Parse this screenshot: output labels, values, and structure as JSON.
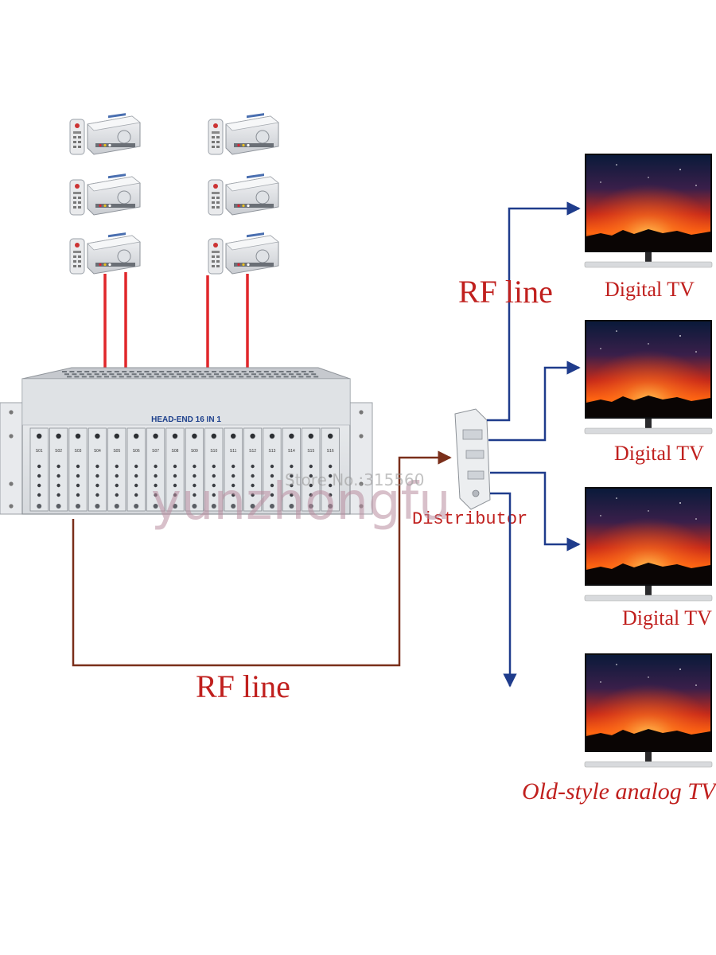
{
  "headend": {
    "title": "HEAD-END 16 IN 1",
    "modules": [
      "S01",
      "S02",
      "S03",
      "S04",
      "S05",
      "S06",
      "S07",
      "S08",
      "S09",
      "S10",
      "S11",
      "S12",
      "S13",
      "S14",
      "S15",
      "S16"
    ]
  },
  "labels": {
    "rf_line_top": "RF line",
    "rf_line_bottom": "RF line",
    "distributor": "Distributor",
    "tv1": "Digital TV",
    "tv2": "Digital TV",
    "tv3": "Digital TV",
    "tv4": "Old-style analog TV"
  },
  "watermark": {
    "main": "yunzhongfu",
    "store": "Store No.:315560"
  },
  "colors": {
    "rf_line": "#c0201e",
    "cable_red": "#e0262a",
    "cable_brown": "#7a2f1a",
    "arrow_blue": "#1f3c8c"
  },
  "icons": {
    "receiver": "set-top-box-icon",
    "remote": "remote-control-icon",
    "tv": "tv-screen-icon"
  }
}
